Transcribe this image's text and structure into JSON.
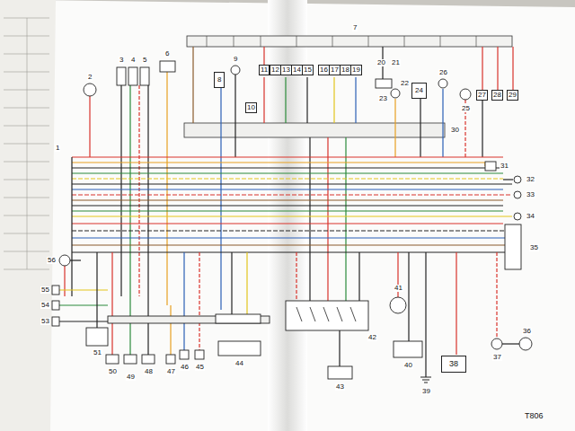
{
  "diagram": {
    "nodes": [
      {
        "text": [
          "8"
        ]
      },
      {
        "text": [
          "10"
        ]
      },
      {
        "text": [
          "11"
        ]
      },
      {
        "text": [
          "12"
        ]
      },
      {
        "text": [
          "13"
        ]
      },
      {
        "text": [
          "14"
        ]
      },
      {
        "text": [
          "15"
        ]
      },
      {
        "text": [
          "16"
        ]
      },
      {
        "text": [
          "17"
        ]
      },
      {
        "text": [
          "18"
        ]
      },
      {
        "text": [
          "19"
        ]
      },
      {
        "text": [
          "24"
        ]
      },
      {
        "text": [
          "27"
        ]
      },
      {
        "text": [
          "28"
        ]
      },
      {
        "text": [
          "29"
        ]
      },
      {
        "text": [
          "38"
        ]
      }
    ],
    "labels": [
      "1",
      "2",
      "3",
      "4",
      "5",
      "6",
      "7",
      "9",
      "20",
      "21",
      "26",
      "22",
      "23",
      "25",
      "30",
      "31",
      "32",
      "33",
      "34",
      "35",
      "56",
      "55",
      "54",
      "53",
      "51",
      "50",
      "49",
      "48",
      "47",
      "46",
      "45",
      "44",
      "43",
      "42",
      "41",
      "40",
      "39",
      "37",
      "36",
      "T806"
    ]
  }
}
